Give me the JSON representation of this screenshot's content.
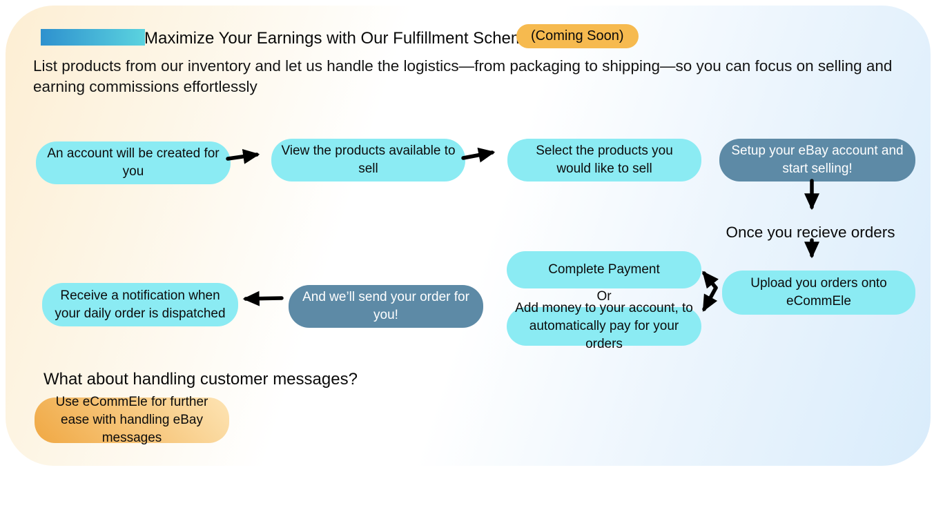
{
  "header": {
    "title": "Maximize Your Earnings with Our Fulfillment Scheme",
    "badge": "(Coming Soon)"
  },
  "subtitle": "List products from our inventory and let us handle the logistics—from packaging to shipping—so you can focus on selling and earning commissions effortlessly",
  "flow": {
    "step_account": "An account will be created for you",
    "step_view": "View the products available to sell",
    "step_select": "Select the products you would like to sell",
    "step_setup": "Setup your eBay account and start selling!",
    "orders_label": "Once you recieve orders",
    "step_upload": "Upload you orders onto eCommEle",
    "pay_complete": "Complete Payment",
    "or_label": "Or",
    "pay_auto": "Add money to your account, to automatically pay for your orders",
    "step_send": "And we’ll send your order for you!",
    "step_notify": "Receive a notification when your daily order is dispatched"
  },
  "messages_section": {
    "question": "What about handling customer messages?",
    "answer": "Use eCommEle for further ease with handling eBay messages"
  },
  "colors": {
    "canvas_warm": "#fdeed3",
    "canvas_blue": "#d9ecfb",
    "bar_start": "#2e91ce",
    "bar_end": "#5bd3df",
    "badge": "#f6ba4f",
    "cyan": "#8bebf3",
    "slate": "#5d8aa6",
    "orange_start": "#f0a843",
    "orange_end": "#fde4b4",
    "arrow": "#000000"
  }
}
